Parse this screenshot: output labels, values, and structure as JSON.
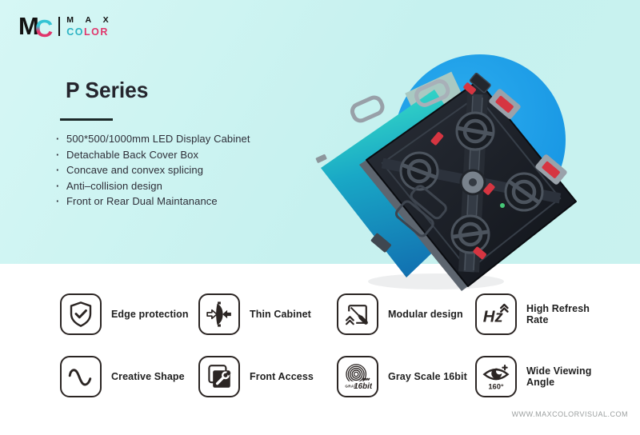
{
  "brand": {
    "monogram": {
      "m": "M",
      "c": "C"
    },
    "wordmark_line1": "M A X",
    "wordmark_line2_part1": "CO",
    "wordmark_line2_part2": "LOR"
  },
  "hero": {
    "title": "P Series",
    "bullets": [
      "500*500/1000mm LED Display Cabinet",
      "Detachable Back Cover Box",
      "Concave and convex splicing",
      "Anti–collision design",
      "Front or Rear Dual Maintanance"
    ]
  },
  "features": [
    {
      "name": "edge-protection",
      "icon": "shield-check-icon",
      "label": "Edge protection"
    },
    {
      "name": "thin-cabinet",
      "icon": "thin-panel-arrows-icon",
      "label": "Thin Cabinet"
    },
    {
      "name": "modular-design",
      "icon": "screwdriver-module-icon",
      "label": "Modular design"
    },
    {
      "name": "high-refresh-rate",
      "icon": "hz-icon",
      "label": "High Refresh Rate",
      "icon_text": "Hz"
    },
    {
      "name": "creative-shape",
      "icon": "sine-wave-icon",
      "label": "Creative Shape"
    },
    {
      "name": "front-access",
      "icon": "wrench-panel-icon",
      "label": "Front Access"
    },
    {
      "name": "gray-scale",
      "icon": "grayscale-rings-icon",
      "label": "Gray Scale 16bit",
      "icon_text_small": "GRAY",
      "icon_text": "16bit"
    },
    {
      "name": "wide-viewing-angle",
      "icon": "eye-angle-icon",
      "label": "Wide Viewing Angle",
      "icon_text": "160°"
    }
  ],
  "footer": {
    "website": "WWW.MAXCOLORVISUAL.COM"
  },
  "colors": {
    "hero_bg": "#c9f2f0",
    "circle_blue": "#189de8",
    "teal_gradient_start": "#3be3c6",
    "teal_gradient_end": "#1273b2",
    "logo_teal": "#2cb3c4",
    "logo_pink": "#e0356b",
    "cabinet_red": "#d63541"
  }
}
